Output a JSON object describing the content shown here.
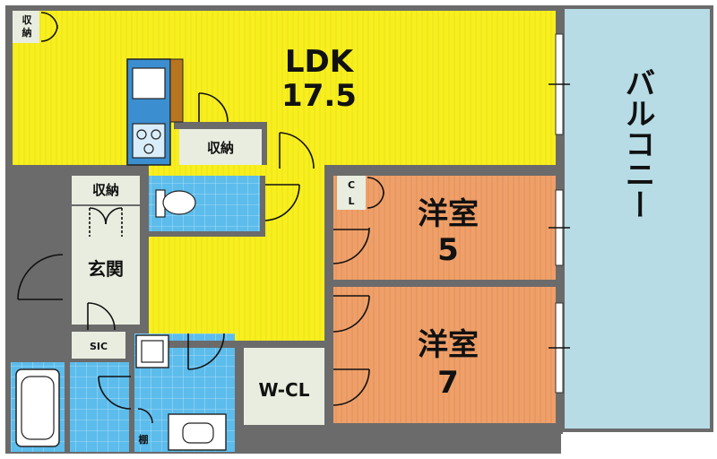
{
  "rooms": {
    "ldk": {
      "name": "LDK",
      "size": "17.5"
    },
    "western1": {
      "name": "洋室",
      "size": "5"
    },
    "western2": {
      "name": "洋室",
      "size": "7"
    },
    "balcony": {
      "name": "バルコニー"
    },
    "entrance": {
      "name": "玄関"
    },
    "wcl": {
      "name": "W-CL"
    },
    "sic": {
      "name": "SIC"
    },
    "storage_top_left": {
      "line1": "収",
      "line2": "納"
    },
    "storage_ldk": {
      "name": "収納"
    },
    "storage_entrance": {
      "name": "収納"
    },
    "closet_cl": {
      "line1": "C",
      "line2": "L"
    },
    "shelf": {
      "name": "棚"
    }
  },
  "colors": {
    "ldk": "#f7f01e",
    "western": "#f0a168",
    "balcony": "#b7dce6",
    "wet": "#4fb3e8",
    "storage": "#e8ede0",
    "wall": "#6b6b6b",
    "kitchen": "#3b8fd0",
    "counter": "#b8751f"
  }
}
